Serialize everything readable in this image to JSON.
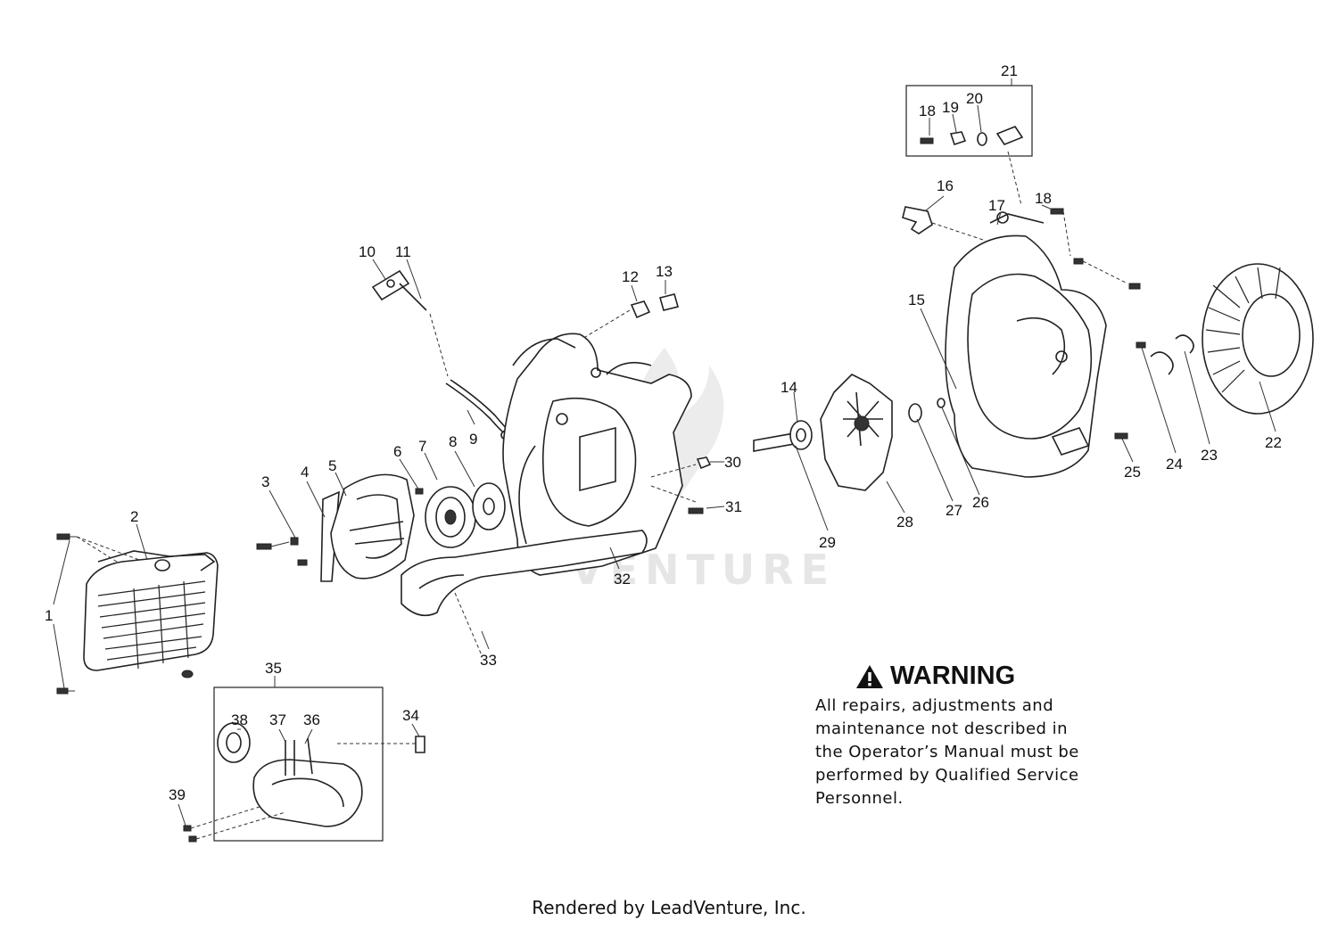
{
  "diagram": {
    "callouts": [
      "1",
      "2",
      "3",
      "4",
      "5",
      "6",
      "7",
      "8",
      "9",
      "10",
      "11",
      "12",
      "13",
      "14",
      "15",
      "16",
      "17",
      "18",
      "18",
      "19",
      "20",
      "21",
      "22",
      "23",
      "24",
      "25",
      "26",
      "27",
      "28",
      "29",
      "30",
      "31",
      "32",
      "33",
      "34",
      "35",
      "36",
      "37",
      "38",
      "39"
    ],
    "watermark": "VENTURE"
  },
  "warning": {
    "icon": "warning-triangle-icon",
    "title": "WARNING",
    "body": "All repairs, adjustments and\nmaintenance not described in\nthe Operator’s Manual must be\nperformed by Qualified Service\nPersonnel."
  },
  "footer": {
    "text": "Rendered by LeadVenture, Inc."
  }
}
